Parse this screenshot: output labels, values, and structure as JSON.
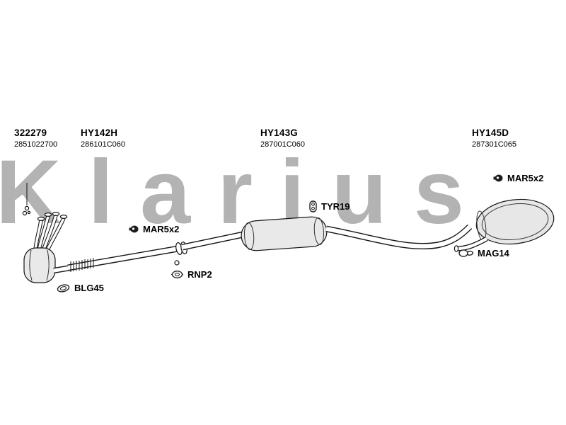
{
  "watermark": "Klarius",
  "parts": [
    {
      "id": "322279",
      "code": "2851022700"
    },
    {
      "id": "HY142H",
      "code": "286101C060"
    },
    {
      "id": "HY143G",
      "code": "287001C060"
    },
    {
      "id": "HY145D",
      "code": "287301C065"
    }
  ],
  "fittings": [
    {
      "label": "MAR5x2",
      "icon": "clamp-icon"
    },
    {
      "label": "TYR19",
      "icon": "rubber-hanger-icon"
    },
    {
      "label": "MAR5x2",
      "icon": "clamp-icon"
    },
    {
      "label": "RNP2",
      "icon": "pipe-bracket-icon"
    },
    {
      "label": "BLG45",
      "icon": "ring-gasket-icon"
    },
    {
      "label": "MAG14",
      "icon": "hanger-ring-icon"
    }
  ],
  "diagram": {
    "subject": "exhaust-system",
    "components": [
      "exhaust-manifold",
      "catalytic-converter",
      "flex-pipe",
      "front-pipe",
      "center-muffler",
      "rear-pipe",
      "rear-muffler",
      "tailpipe"
    ]
  }
}
